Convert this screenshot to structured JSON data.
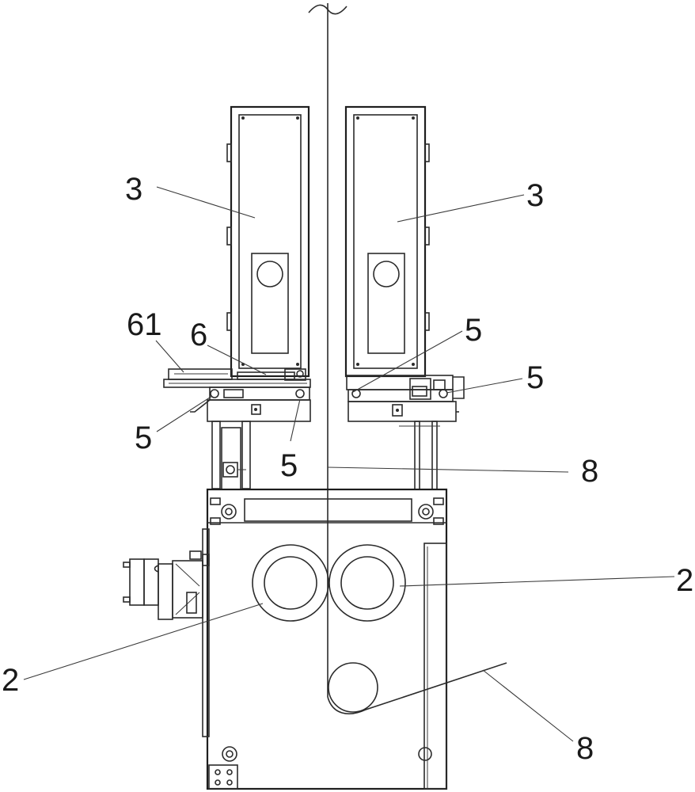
{
  "labels": {
    "housing_left": "3",
    "housing_right": "3",
    "label_61": "61",
    "label_6": "6",
    "bearing_upper_right": "5",
    "bearing_far_right": "5",
    "bearing_left": "5",
    "bearing_center_left": "5",
    "fiber_upper": "8",
    "roller_right": "2",
    "roller_left": "2",
    "fiber_lower": "8"
  }
}
